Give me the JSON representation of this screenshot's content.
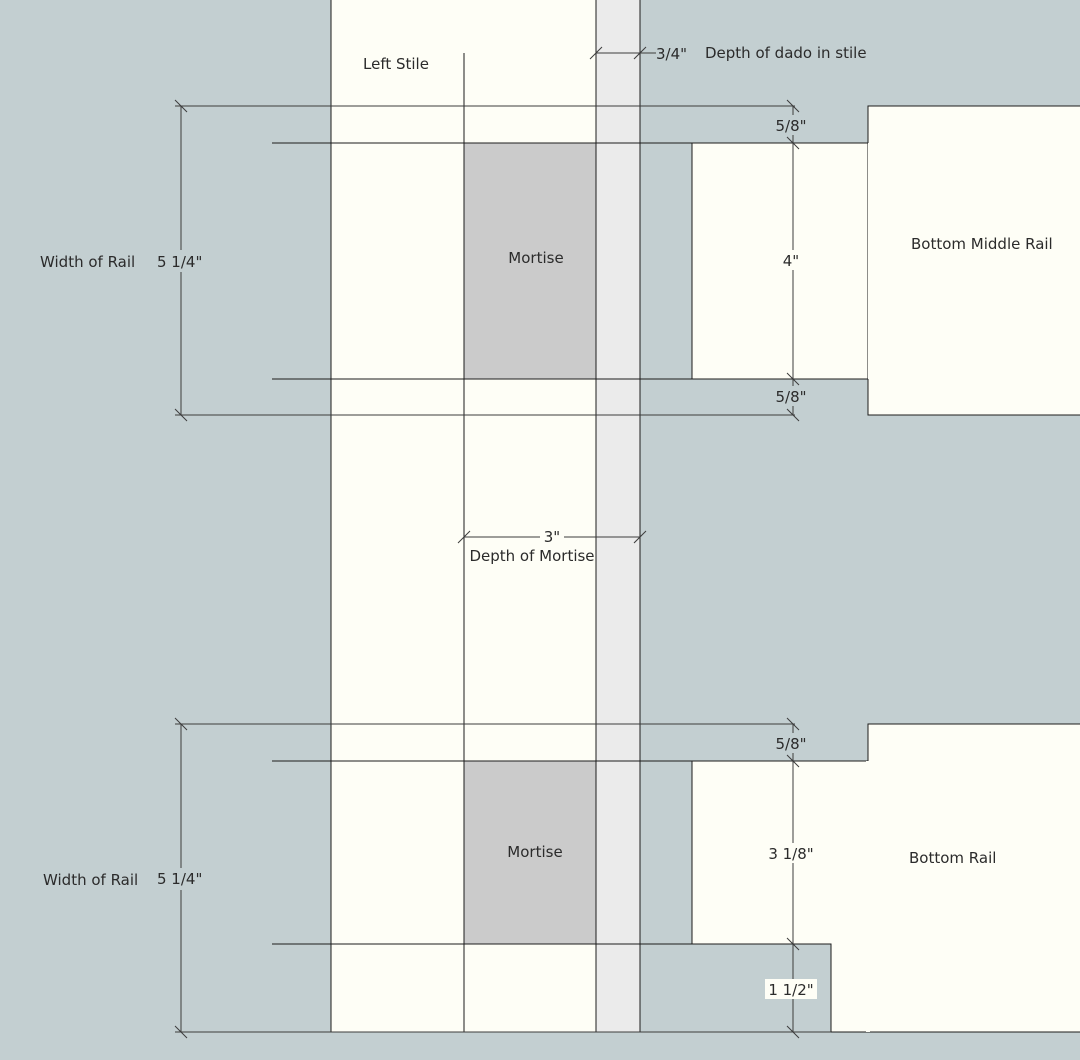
{
  "labels": {
    "left_stile": "Left Stile",
    "dado_depth_value": "3/4\"",
    "dado_depth_label": "Depth of dado in stile",
    "bottom_middle_rail": "Bottom Middle Rail",
    "bottom_rail": "Bottom Rail",
    "mortise_top": "Mortise",
    "mortise_bottom": "Mortise",
    "mortise_depth_value": "3\"",
    "mortise_depth_label": "Depth of Mortise"
  },
  "upper_rail": {
    "width_label": "Width of Rail",
    "width_value": "5 1/4\"",
    "top_shoulder": "5/8\"",
    "tenon": "4\"",
    "bottom_shoulder": "5/8\""
  },
  "lower_rail": {
    "width_label": "Width of Rail",
    "width_value": "5 1/4\"",
    "top_shoulder": "5/8\"",
    "tenon": "3 1/8\"",
    "bottom_shoulder": "1 1/2\""
  },
  "colors": {
    "background": "#c3cfd1",
    "wood": "#fefef6",
    "mortise": "#cbcbcb",
    "dado": "#ebebeb",
    "line": "#1c1c1c"
  }
}
